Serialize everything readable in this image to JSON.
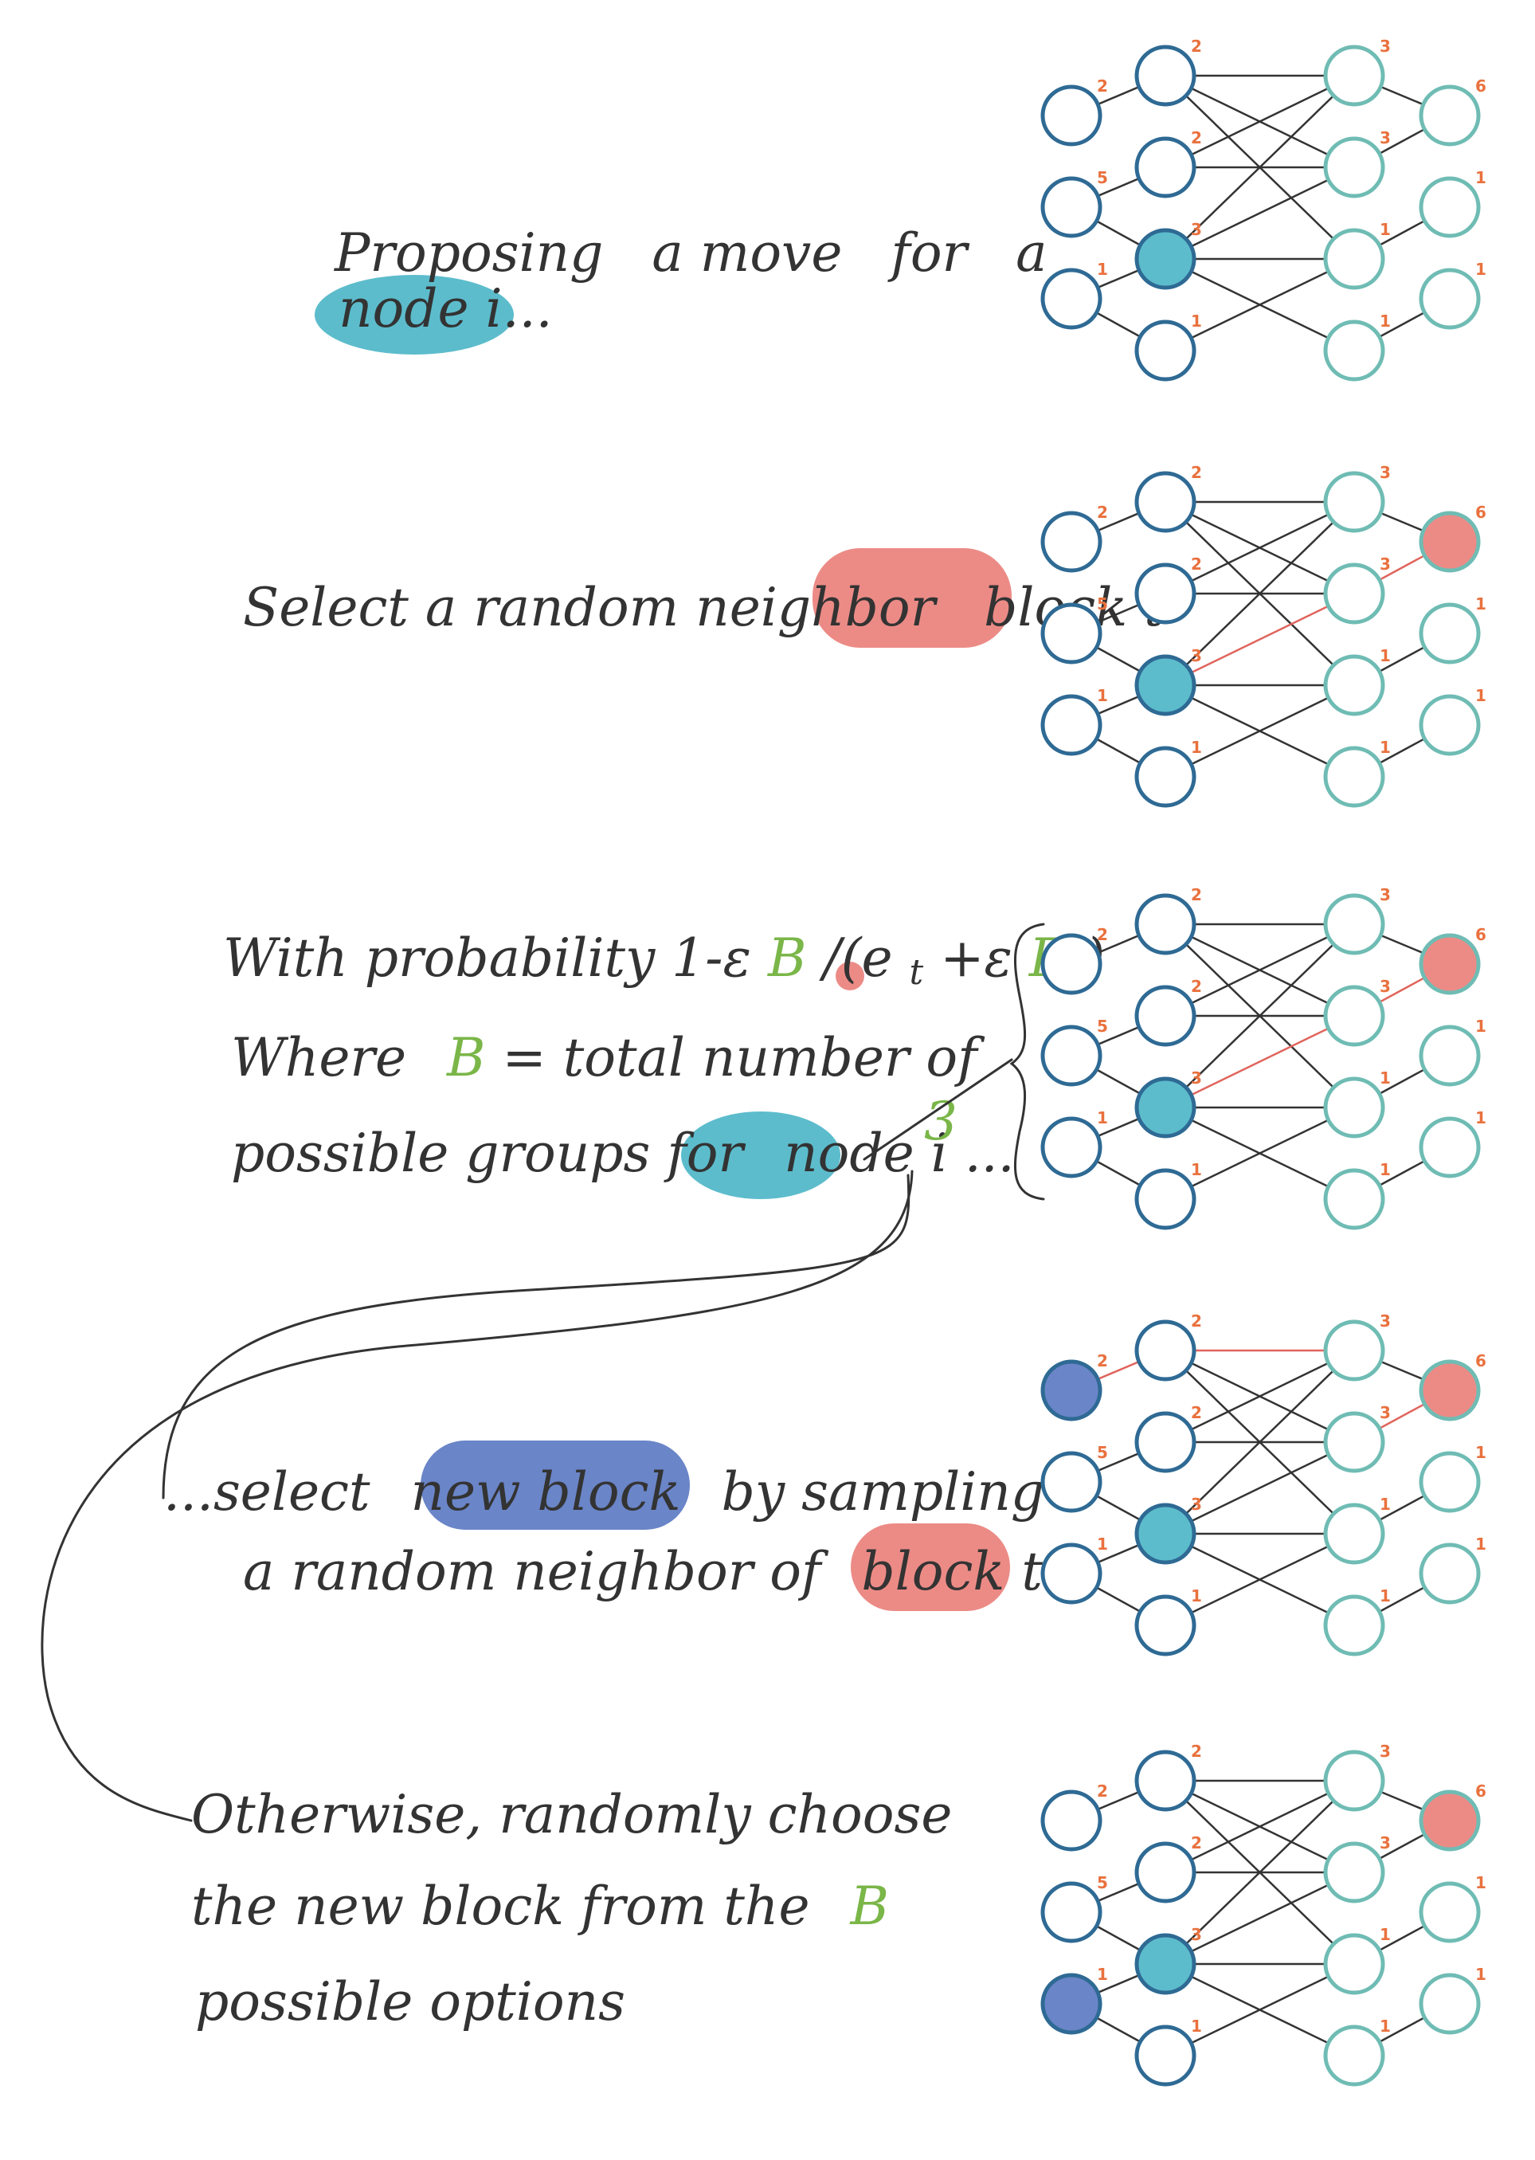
{
  "colors": {
    "left_node": "#2e6a94",
    "right_node": "#6fbcb4",
    "edge": "#333333",
    "highlight_edge": "#e0645c",
    "selected_node_fill": "#5cbccc",
    "block_t_fill": "#ec8b86",
    "new_block_fill": "#6a85c8",
    "degree_label": "#e9713e",
    "accent_B": "#7ab648",
    "ink": "#333333"
  },
  "graph": {
    "col1_degrees": [
      "2",
      "5",
      "1"
    ],
    "col2_degrees": [
      "2",
      "2",
      "3",
      "1"
    ],
    "col3_degrees": [
      "3",
      "3",
      "1",
      "1"
    ],
    "col4_degrees": [
      "6",
      "1",
      "1"
    ]
  },
  "steps": [
    {
      "id": "propose",
      "lines": [
        [
          "Proposing",
          "a move",
          "for",
          "a"
        ],
        [
          "node i..."
        ]
      ],
      "highlight": "node i"
    },
    {
      "id": "select-neighbor",
      "lines": [
        [
          "Select a random neighbor",
          "block t"
        ]
      ],
      "highlight": "block t"
    },
    {
      "id": "probability",
      "lines": [
        [
          "With probability 1-ε",
          "B",
          "/(e",
          "t",
          "+ε",
          "B",
          ")"
        ],
        [
          "Where",
          "B",
          "= total number of"
        ],
        [
          "possible groups for",
          "node i",
          "..."
        ]
      ],
      "annotation": "3"
    },
    {
      "id": "sample-neighbor",
      "lines": [
        [
          "...select",
          "new block",
          "by sampling"
        ],
        [
          "a random neighbor of",
          "block t"
        ]
      ]
    },
    {
      "id": "otherwise",
      "lines": [
        [
          "Otherwise, randomly choose"
        ],
        [
          "the new block from the",
          "B"
        ],
        [
          "possible options"
        ]
      ]
    }
  ]
}
